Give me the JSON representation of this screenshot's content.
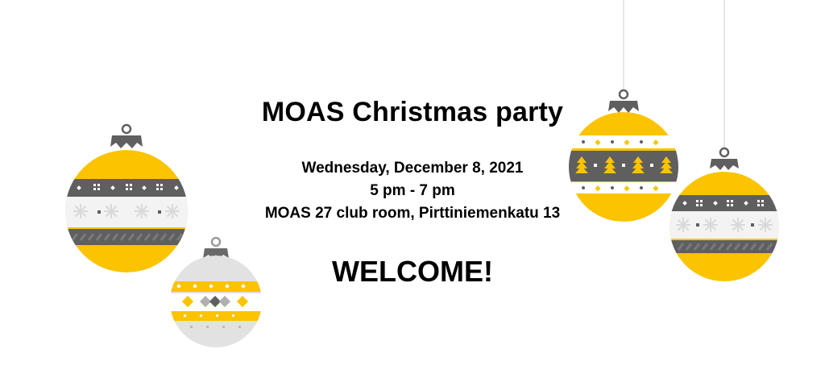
{
  "invitation": {
    "title": "MOAS Christmas party",
    "date": "Wednesday, December 8, 2021",
    "time": "5 pm - 7 pm",
    "location": "MOAS 27 club room, Pirttiniemenkatu 13",
    "greeting": "WELCOME!"
  },
  "colors": {
    "yellow": "#fbc300",
    "gray": "#5f5f5f",
    "light_gray": "#e2e2e2",
    "white": "#ffffff",
    "string": "#bdbdbd"
  },
  "decorations": [
    {
      "name": "ornament-yellow-left-icon",
      "type": "yellow bauble with snowflake band"
    },
    {
      "name": "ornament-gray-small-icon",
      "type": "light gray bauble with yellow diamond band"
    },
    {
      "name": "ornament-yellow-trees-icon",
      "type": "yellow bauble with tree band"
    },
    {
      "name": "ornament-yellow-right-icon",
      "type": "yellow bauble with snowflake band"
    }
  ]
}
